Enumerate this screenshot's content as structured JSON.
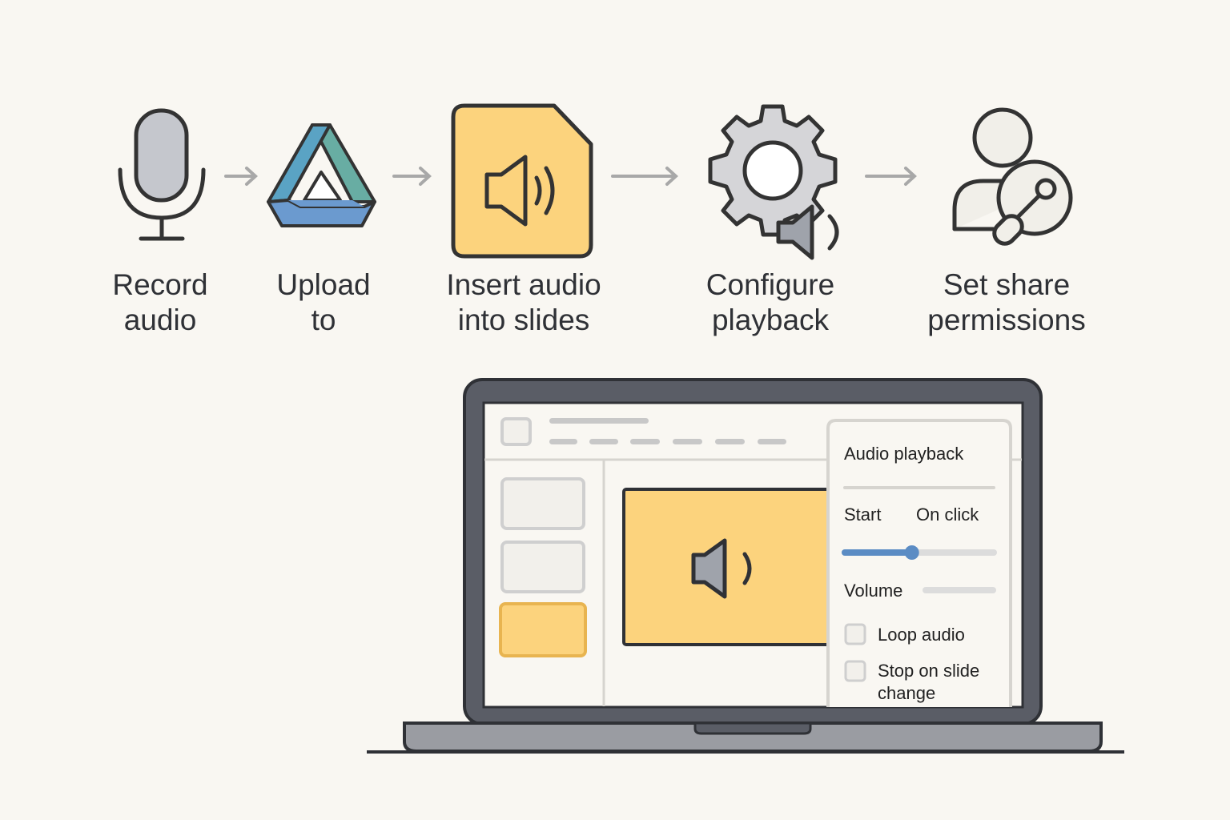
{
  "steps": [
    {
      "icon": "microphone-icon",
      "line1": "Record",
      "line2": "audio"
    },
    {
      "icon": "drive-icon",
      "line1": "Upload",
      "line2": "to"
    },
    {
      "icon": "audio-file-icon",
      "line1": "Insert audio",
      "line2": "into slides"
    },
    {
      "icon": "gear-audio-icon",
      "line1": "Configure",
      "line2": "playback"
    },
    {
      "icon": "user-link-icon",
      "line1": "Set share",
      "line2": "permissions"
    }
  ],
  "panel": {
    "title": "Audio playback",
    "start_label": "Start",
    "start_value": "On click",
    "start_slider_fraction": 0.45,
    "volume_label": "Volume",
    "loop_label": "Loop audio",
    "loop_checked": false,
    "stop_label_line1": "Stop on slide",
    "stop_label_line2": "change",
    "stop_checked": false
  },
  "colors": {
    "accent_yellow": "#fcd37d",
    "slider_blue": "#5b8cc4",
    "laptop": "#5a5d66",
    "arrow": "#a8a8a8"
  }
}
